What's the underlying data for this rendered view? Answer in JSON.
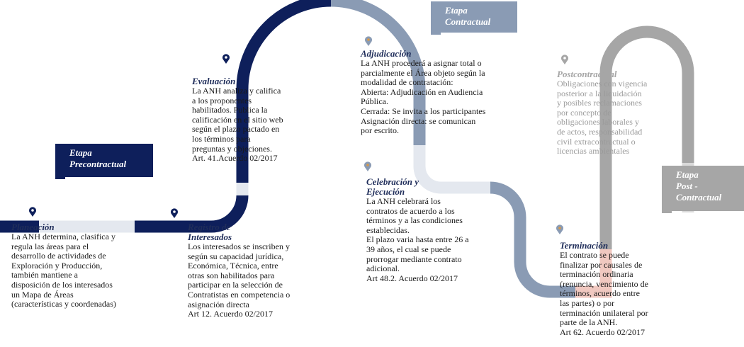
{
  "colors": {
    "navy": "#0e1f5b",
    "steel": "#8a9bb4",
    "lightsteel": "#e4e8ef",
    "grey": "#a6a6a6",
    "lightgrey": "#d9d9d9",
    "pin_orange": "#d79a4a"
  },
  "stages": {
    "pre": [
      "Etapa",
      "Precontractual"
    ],
    "contract": [
      "Etapa",
      "Contractual"
    ],
    "post": [
      "Etapa",
      "Post -",
      "Contractual"
    ]
  },
  "steps": {
    "planeacion": {
      "title": "Planeación",
      "lines": [
        "La ANH determina, clasifica y",
        "regula las áreas para el",
        "desarrollo de actividades de",
        "Exploración y Producción,",
        "también mantiene a",
        "disposición de los interesados",
        "un Mapa de Áreas",
        "(características y coordenadas)"
      ]
    },
    "registro": {
      "title": [
        "Registro de",
        "Interesados"
      ],
      "lines": [
        "Los interesados se inscriben y",
        "según su capacidad jurídica,",
        "Económica, Técnica, entre",
        "otras son habilitados para",
        "participar en la selección de",
        "Contratistas en competencia o",
        "asignación directa",
        "Art 12. Acuerdo 02/2017"
      ]
    },
    "evaluacion": {
      "title": "Evaluación",
      "lines": [
        "La ANH analiza y califica",
        "a los proponentes",
        "habilitados.  Publica la",
        "calificación en el sitio web",
        "según el plazo pactado en",
        "los términos para",
        "preguntas y objeciones.",
        "Art.  41.Acuerdo 02/2017"
      ]
    },
    "adjudicacion": {
      "title": "Adjudicación",
      "lines": [
        "La ANH procederá a asignar total o",
        "parcialmente el Área objeto según la",
        "modalidad de contratación:",
        "Abierta: Adjudicación en Audiencia",
        "Pública.",
        "Cerrada: Se invita a los participantes",
        "Asignación directa: se comunican",
        "por escrito."
      ]
    },
    "celebracion": {
      "title": [
        "Celebración y",
        "Ejecución"
      ],
      "lines": [
        "La ANH celebrará los",
        "contratos de acuerdo a los",
        "términos y a las condiciones",
        "establecidas.",
        "El plazo varia  hasta entre 26 a",
        "39 años, el cual se puede",
        "prorrogar mediante contrato",
        "adicional.",
        "Art 48.2. Acuerdo 02/2017"
      ]
    },
    "terminacion": {
      "title": "Terminación",
      "lines": [
        "El contrato se puede",
        "finalizar por causales de",
        "terminación ordinaria",
        "(renuncia, vencimiento de",
        "términos, acuerdo entre",
        "las partes) o por",
        "terminación unilateral por",
        "parte de la ANH.",
        "Art 62. Acuerdo 02/2017"
      ]
    },
    "postcontractual": {
      "title": "Postcontractual",
      "lines": [
        "Obligaciones con vigencia",
        "posterior a la liquidación",
        "y posibles reclamaciones",
        "por concepto de",
        "obligaciones laborales y",
        "de actos, responsabilidad",
        "civil extracontractual o",
        "licencias ambientales"
      ]
    }
  }
}
